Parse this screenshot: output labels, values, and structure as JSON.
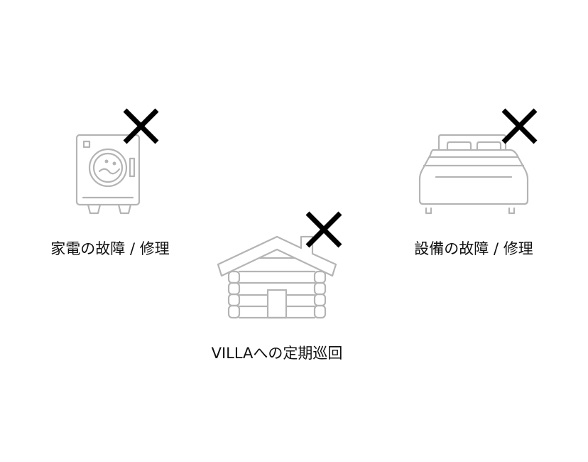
{
  "items": [
    {
      "label": "家電の故障 / 修理",
      "icon": "washing-machine-icon",
      "status": "unavailable"
    },
    {
      "label": "VILLAへの定期巡回",
      "icon": "log-cabin-icon",
      "status": "unavailable"
    },
    {
      "label": "設備の故障 / 修理",
      "icon": "bed-icon",
      "status": "unavailable"
    }
  ],
  "colors": {
    "icon_stroke": "#b4b4b4",
    "cross": "#000000",
    "text": "#111111"
  }
}
